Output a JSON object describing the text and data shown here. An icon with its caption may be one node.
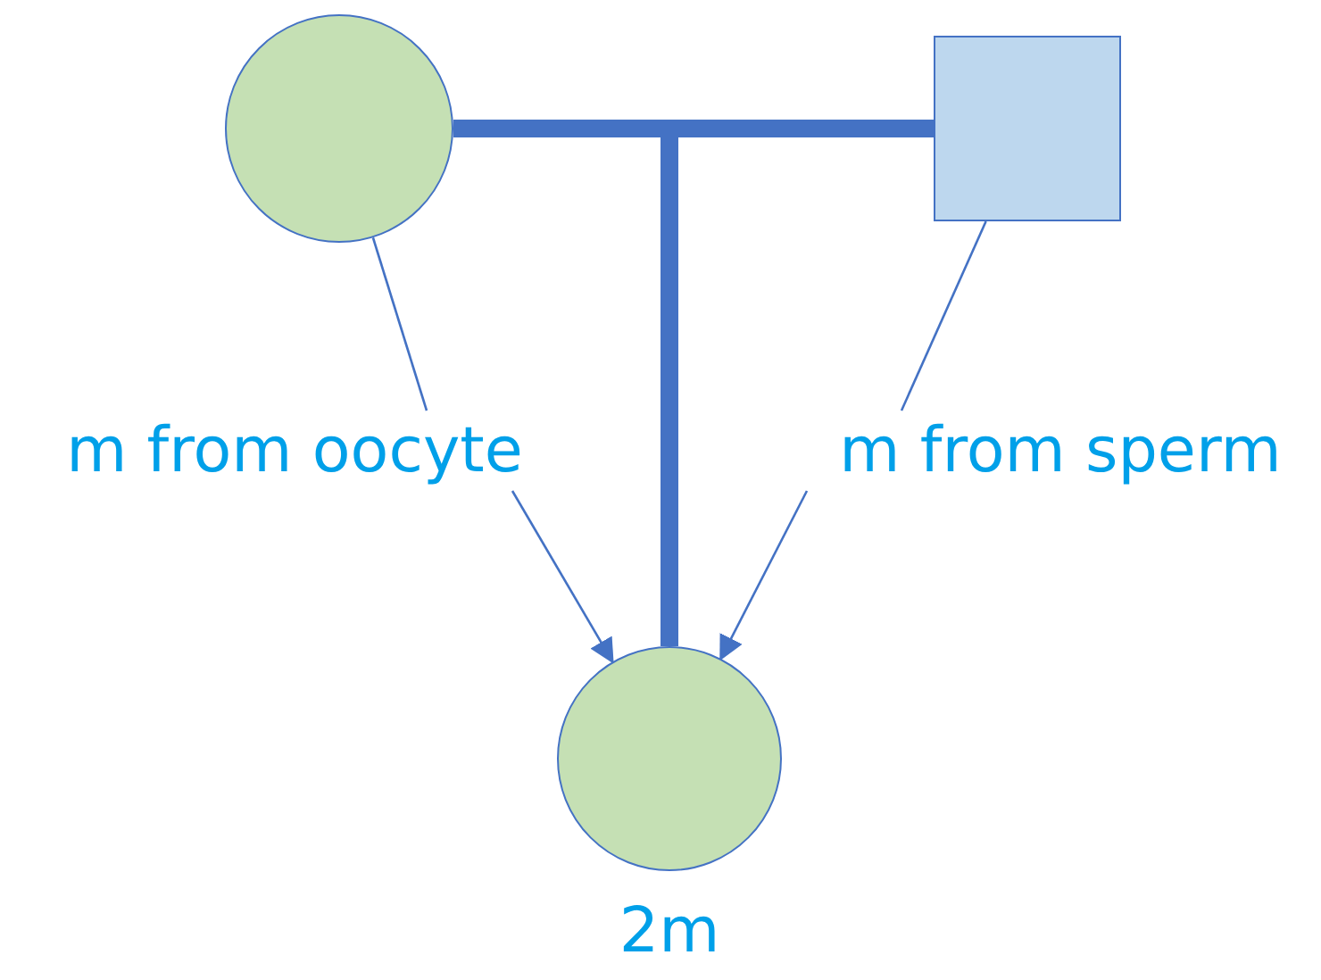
{
  "diagram": {
    "nodes": [
      {
        "text": [],
        "shape": "circle"
      },
      {
        "text": [],
        "shape": "box"
      },
      {
        "text": [],
        "shape": "circle",
        "beside": [
          "2m"
        ]
      },
      {
        "text": [
          "m from oocyte"
        ]
      },
      {
        "text": [
          "m from sperm"
        ]
      }
    ],
    "edges": [
      {
        "from": 0,
        "to": 1,
        "arrow": "none",
        "style": "thick"
      },
      {
        "from": 0,
        "to": 2,
        "arrow": "none",
        "style": "thick"
      },
      {
        "from": 1,
        "to": 2,
        "arrow": "none",
        "style": "thick"
      },
      {
        "from": 0,
        "to": 3,
        "arrow": "none"
      },
      {
        "from": 3,
        "to": 2,
        "arrow": "to"
      },
      {
        "from": 1,
        "to": 4,
        "arrow": "none"
      },
      {
        "from": 4,
        "to": 2,
        "arrow": "to"
      }
    ]
  }
}
